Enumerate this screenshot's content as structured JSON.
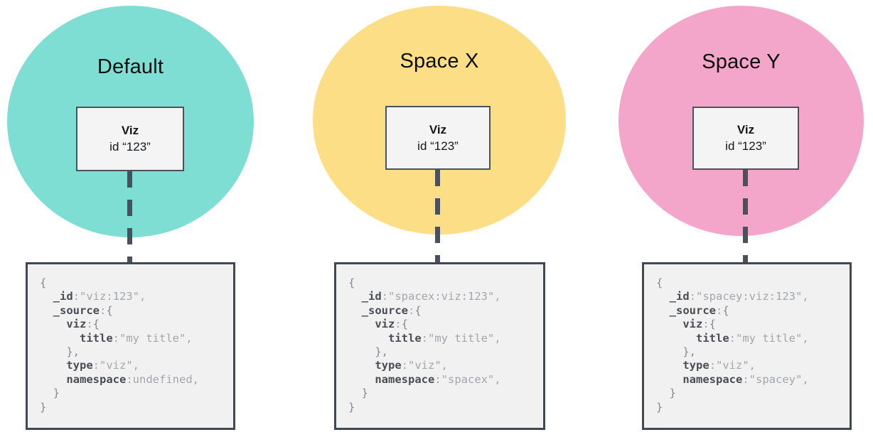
{
  "diagram": {
    "connector_color": "#49525c",
    "description_colors": {
      "default_space": "#7fded4",
      "space_x": "#fbde85",
      "space_y": "#f4a6ca",
      "node_fill": "#f4f4f4",
      "code_box_fill": "#f1f1f2",
      "border": "#414852"
    }
  },
  "columns": [
    {
      "id": "default",
      "space_label": "Default",
      "circle_color": "#7fded4",
      "viz_box": {
        "title": "Viz",
        "id_line": "id “123”"
      },
      "code_lines": [
        [
          [
            "b",
            "{"
          ]
        ],
        [
          [
            "w",
            "  "
          ],
          [
            "k",
            "_id"
          ],
          [
            "v",
            ":\"viz:123\","
          ]
        ],
        [
          [
            "w",
            "  "
          ],
          [
            "k",
            "_source"
          ],
          [
            "v",
            ":"
          ],
          [
            "b",
            "{"
          ]
        ],
        [
          [
            "w",
            "    "
          ],
          [
            "k",
            "viz"
          ],
          [
            "v",
            ":"
          ],
          [
            "b",
            "{"
          ]
        ],
        [
          [
            "w",
            "      "
          ],
          [
            "k",
            "title"
          ],
          [
            "v",
            ":\"my title\","
          ]
        ],
        [
          [
            "w",
            "    "
          ],
          [
            "b",
            "},"
          ]
        ],
        [
          [
            "w",
            "    "
          ],
          [
            "k",
            "type"
          ],
          [
            "v",
            ":\"viz\","
          ]
        ],
        [
          [
            "w",
            "    "
          ],
          [
            "k",
            "namespace"
          ],
          [
            "v",
            ":undefined,"
          ]
        ],
        [
          [
            "w",
            "  "
          ],
          [
            "b",
            "}"
          ]
        ],
        [
          [
            "b",
            "}"
          ]
        ]
      ]
    },
    {
      "id": "spacex",
      "space_label": "Space X",
      "circle_color": "#fbde85",
      "viz_box": {
        "title": "Viz",
        "id_line": "id “123”"
      },
      "code_lines": [
        [
          [
            "b",
            "{"
          ]
        ],
        [
          [
            "w",
            "  "
          ],
          [
            "k",
            "_id"
          ],
          [
            "v",
            ":\"spacex:viz:123\","
          ]
        ],
        [
          [
            "w",
            "  "
          ],
          [
            "k",
            "_source"
          ],
          [
            "v",
            ":"
          ],
          [
            "b",
            "{"
          ]
        ],
        [
          [
            "w",
            "    "
          ],
          [
            "k",
            "viz"
          ],
          [
            "v",
            ":"
          ],
          [
            "b",
            "{"
          ]
        ],
        [
          [
            "w",
            "      "
          ],
          [
            "k",
            "title"
          ],
          [
            "v",
            ":\"my title\","
          ]
        ],
        [
          [
            "w",
            "    "
          ],
          [
            "b",
            "},"
          ]
        ],
        [
          [
            "w",
            "    "
          ],
          [
            "k",
            "type"
          ],
          [
            "v",
            ":\"viz\","
          ]
        ],
        [
          [
            "w",
            "    "
          ],
          [
            "k",
            "namespace"
          ],
          [
            "v",
            ":\"spacex\","
          ]
        ],
        [
          [
            "w",
            "  "
          ],
          [
            "b",
            "}"
          ]
        ],
        [
          [
            "b",
            "}"
          ]
        ]
      ]
    },
    {
      "id": "spacey",
      "space_label": "Space Y",
      "circle_color": "#f4a6ca",
      "viz_box": {
        "title": "Viz",
        "id_line": "id “123”"
      },
      "code_lines": [
        [
          [
            "b",
            "{"
          ]
        ],
        [
          [
            "w",
            "  "
          ],
          [
            "k",
            "_id"
          ],
          [
            "v",
            ":\"spacey:viz:123\","
          ]
        ],
        [
          [
            "w",
            "  "
          ],
          [
            "k",
            "_source"
          ],
          [
            "v",
            ":"
          ],
          [
            "b",
            "{"
          ]
        ],
        [
          [
            "w",
            "    "
          ],
          [
            "k",
            "viz"
          ],
          [
            "v",
            ":"
          ],
          [
            "b",
            "{"
          ]
        ],
        [
          [
            "w",
            "      "
          ],
          [
            "k",
            "title"
          ],
          [
            "v",
            ":\"my title\","
          ]
        ],
        [
          [
            "w",
            "    "
          ],
          [
            "b",
            "},"
          ]
        ],
        [
          [
            "w",
            "    "
          ],
          [
            "k",
            "type"
          ],
          [
            "v",
            ":\"viz\","
          ]
        ],
        [
          [
            "w",
            "    "
          ],
          [
            "k",
            "namespace"
          ],
          [
            "v",
            ":\"spacey\","
          ]
        ],
        [
          [
            "w",
            "  "
          ],
          [
            "b",
            "}"
          ]
        ],
        [
          [
            "b",
            "}"
          ]
        ]
      ]
    }
  ]
}
